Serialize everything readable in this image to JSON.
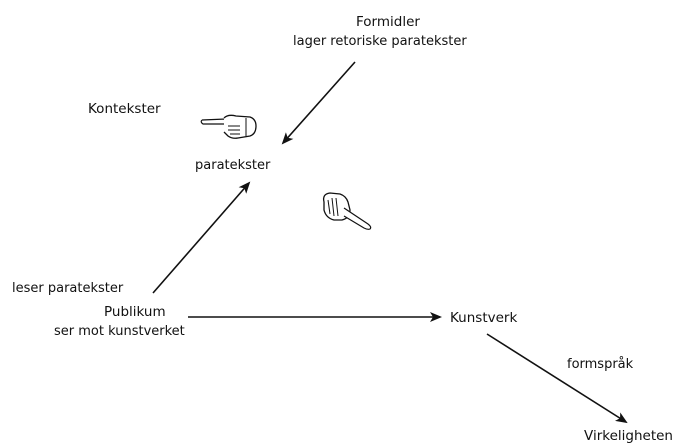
{
  "nodes": {
    "formidler": {
      "title": "Formidler",
      "subtitle": "lager retoriske paratekster"
    },
    "kontekster": {
      "title": "Kontekster"
    },
    "paratekster": {
      "title": "paratekster"
    },
    "publikum": {
      "title": "Publikum",
      "subtitle": "ser mot kunstverket"
    },
    "kunstverk": {
      "title": "Kunstverk"
    },
    "virkeligheten": {
      "title": "Virkeligheten"
    }
  },
  "edge_labels": {
    "leser": "leser paratekster",
    "formsprak": "formspråk"
  },
  "icons": [
    "pointing-hand-right-icon",
    "pointing-hand-down-right-icon"
  ]
}
